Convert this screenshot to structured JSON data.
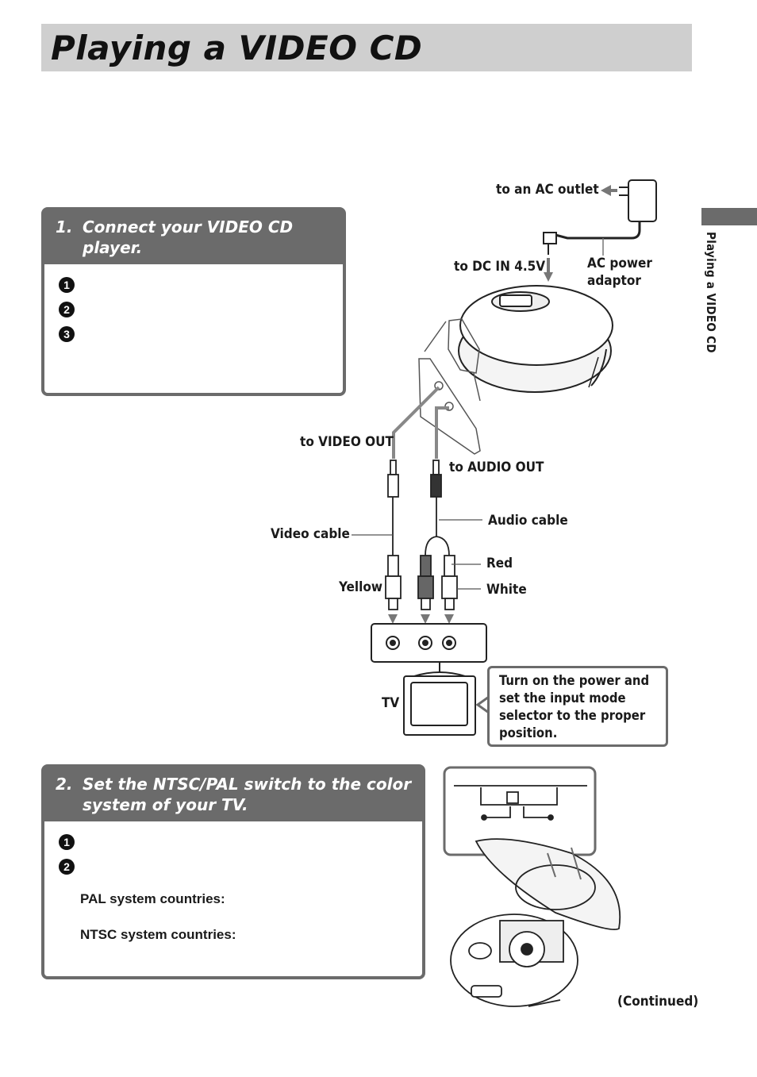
{
  "page": {
    "title": "Playing a VIDEO CD",
    "side_label": "Playing a VIDEO CD",
    "continued": "(Continued)"
  },
  "step1": {
    "number": "1.",
    "heading": "Connect your VIDEO CD player.",
    "bullets": [
      "❶",
      "❷",
      "❸"
    ]
  },
  "step2": {
    "number": "2.",
    "heading": "Set the NTSC/PAL switch to the color system of your TV.",
    "bullets": [
      "❶",
      "❷"
    ],
    "pal": "PAL system countries:",
    "ntsc": "NTSC system countries:"
  },
  "diagram": {
    "ac_outlet": "to an AC outlet",
    "dc_in": "to DC IN 4.5V",
    "ac_adaptor_1": "AC power",
    "ac_adaptor_2": "adaptor",
    "video_out": "to VIDEO OUT",
    "audio_out": "to AUDIO OUT",
    "audio_cable": "Audio cable",
    "video_cable": "Video cable",
    "red": "Red",
    "white": "White",
    "yellow": "Yellow",
    "tv": "TV",
    "tv_callout": "Turn on the power and set the input mode selector to the proper position."
  }
}
